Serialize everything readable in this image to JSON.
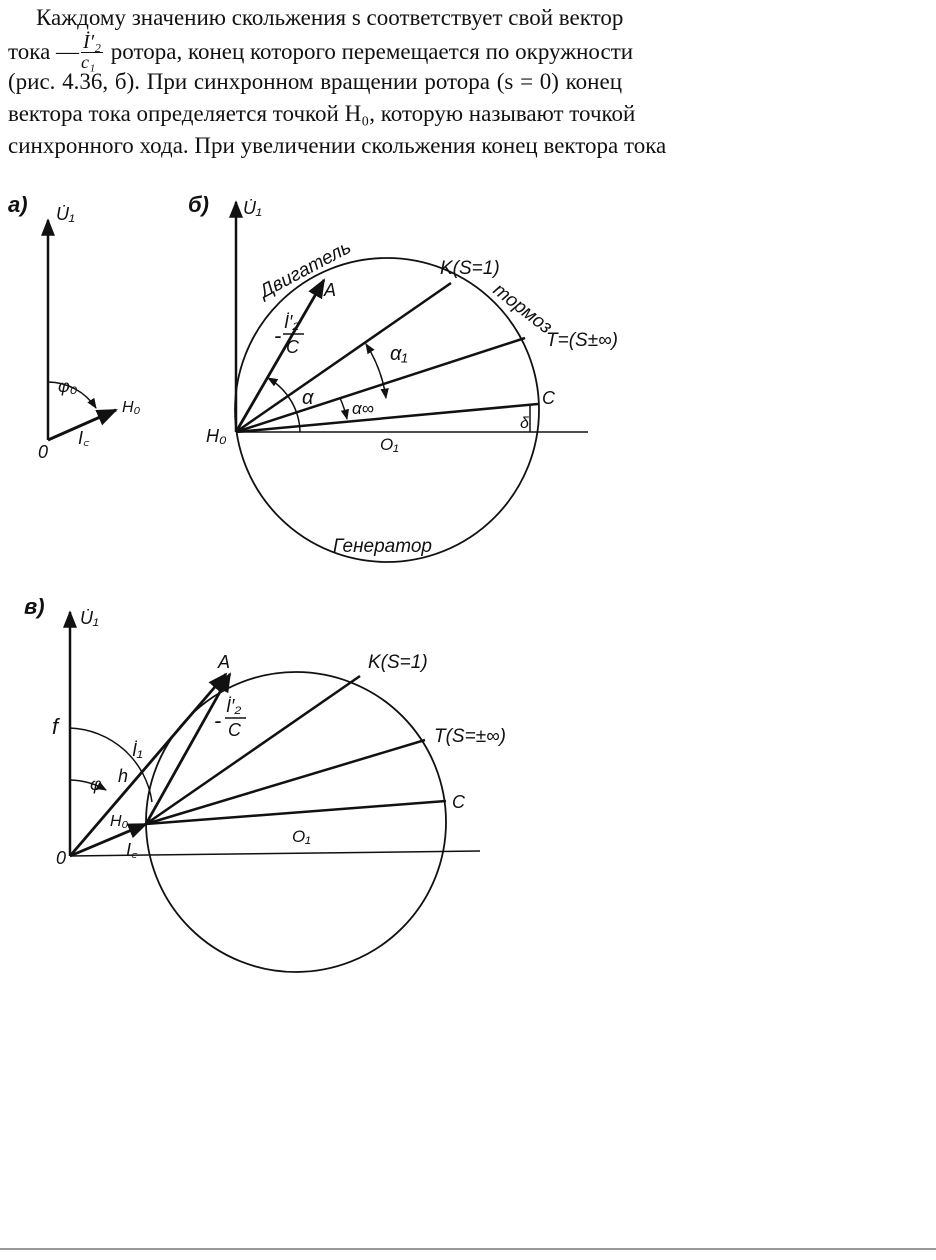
{
  "paragraph": {
    "line1": "Каждому значению скольжения s соответствует свой вектор",
    "line2_pre": "тока —",
    "frac_num": "İ′₂",
    "frac_den": "c₁",
    "line2_post": " ротора, конец которого перемещается по окружности",
    "line3": "(рис. 4.36, б). При синхронном вращении ротора (s = 0) конец",
    "line4": "вектора тока определяется точкой H₀, которую называют точкой",
    "line5": "синхронного хода. При увеличении скольжения конец вектора тока"
  },
  "figure_a": {
    "panel": "а)",
    "u1": "U̇₁",
    "phi0": "φ₀",
    "h0": "H₀",
    "ic": "I꜀",
    "o": "0"
  },
  "figure_b": {
    "panel": "б)",
    "u1": "U̇₁",
    "motor": "Двигатель",
    "brake": "тормоз",
    "generator": "Генератор",
    "k": "K(S=1)",
    "t": "T=(S±∞)",
    "c": "C",
    "a": "A",
    "h0": "H₀",
    "o1": "O₁",
    "alpha": "α",
    "alpha1": "α₁",
    "alpha_inf": "α∞",
    "delta": "δ",
    "i2_num": "İ′₂",
    "i2_den": "C"
  },
  "figure_v": {
    "panel": "в)",
    "u1": "U̇₁",
    "k": "K(S=1)",
    "t": "T(S=±∞)",
    "c": "C",
    "a": "A",
    "f": "f",
    "h": "h",
    "i1": "İ₁",
    "phi": "φ",
    "h0": "H₀",
    "o": "0",
    "ic": "I꜀",
    "o1": "O₁",
    "i2_num": "İ′₂",
    "i2_den": "C"
  }
}
